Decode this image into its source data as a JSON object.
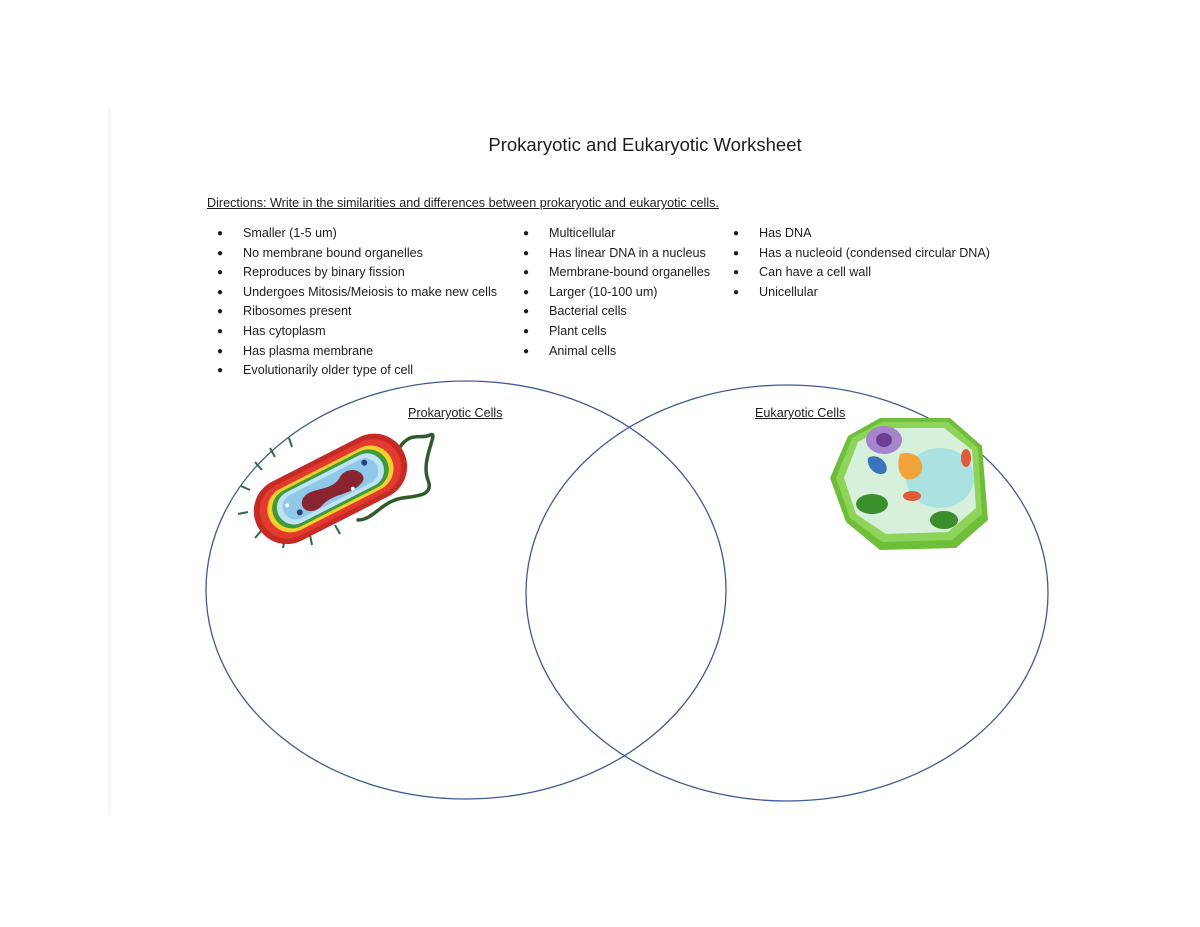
{
  "worksheet": {
    "title": "Prokaryotic and Eukaryotic Worksheet",
    "directions": "Directions: Write in the similarities and differences between prokaryotic and eukaryotic cells."
  },
  "columns": {
    "col1": [
      "Smaller (1-5 um)",
      "No membrane bound organelles",
      "Reproduces by binary fission",
      "Undergoes Mitosis/Meiosis to make new cells",
      "Ribosomes present",
      "Has cytoplasm",
      "Has plasma membrane",
      "Evolutionarily older type of cell"
    ],
    "col2": [
      "Multicellular",
      "Has linear DNA in a nucleus",
      "Membrane-bound organelles",
      "Larger (10-100 um)",
      "Bacterial cells",
      "Plant cells",
      "Animal cells"
    ],
    "col3": [
      "Has DNA",
      "Has a nucleoid (condensed circular DNA)",
      "Can have a cell wall",
      "Unicellular"
    ]
  },
  "venn": {
    "left_label": "Prokaryotic Cells",
    "right_label": "Eukaryotic Cells",
    "stroke_color": "#3c5a96"
  },
  "icons": {
    "prokaryote": "bacterium-illustration",
    "eukaryote": "plant-cell-illustration"
  }
}
